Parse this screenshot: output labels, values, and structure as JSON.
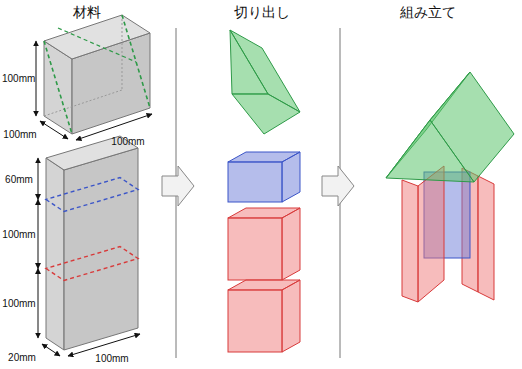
{
  "diagram": {
    "labels": [
      "材料",
      "切り出し",
      "組み立て",
      "100mm",
      "100mm",
      "100mm",
      "60mm",
      "100mm",
      "100mm",
      "20mm",
      "100mm"
    ]
  }
}
